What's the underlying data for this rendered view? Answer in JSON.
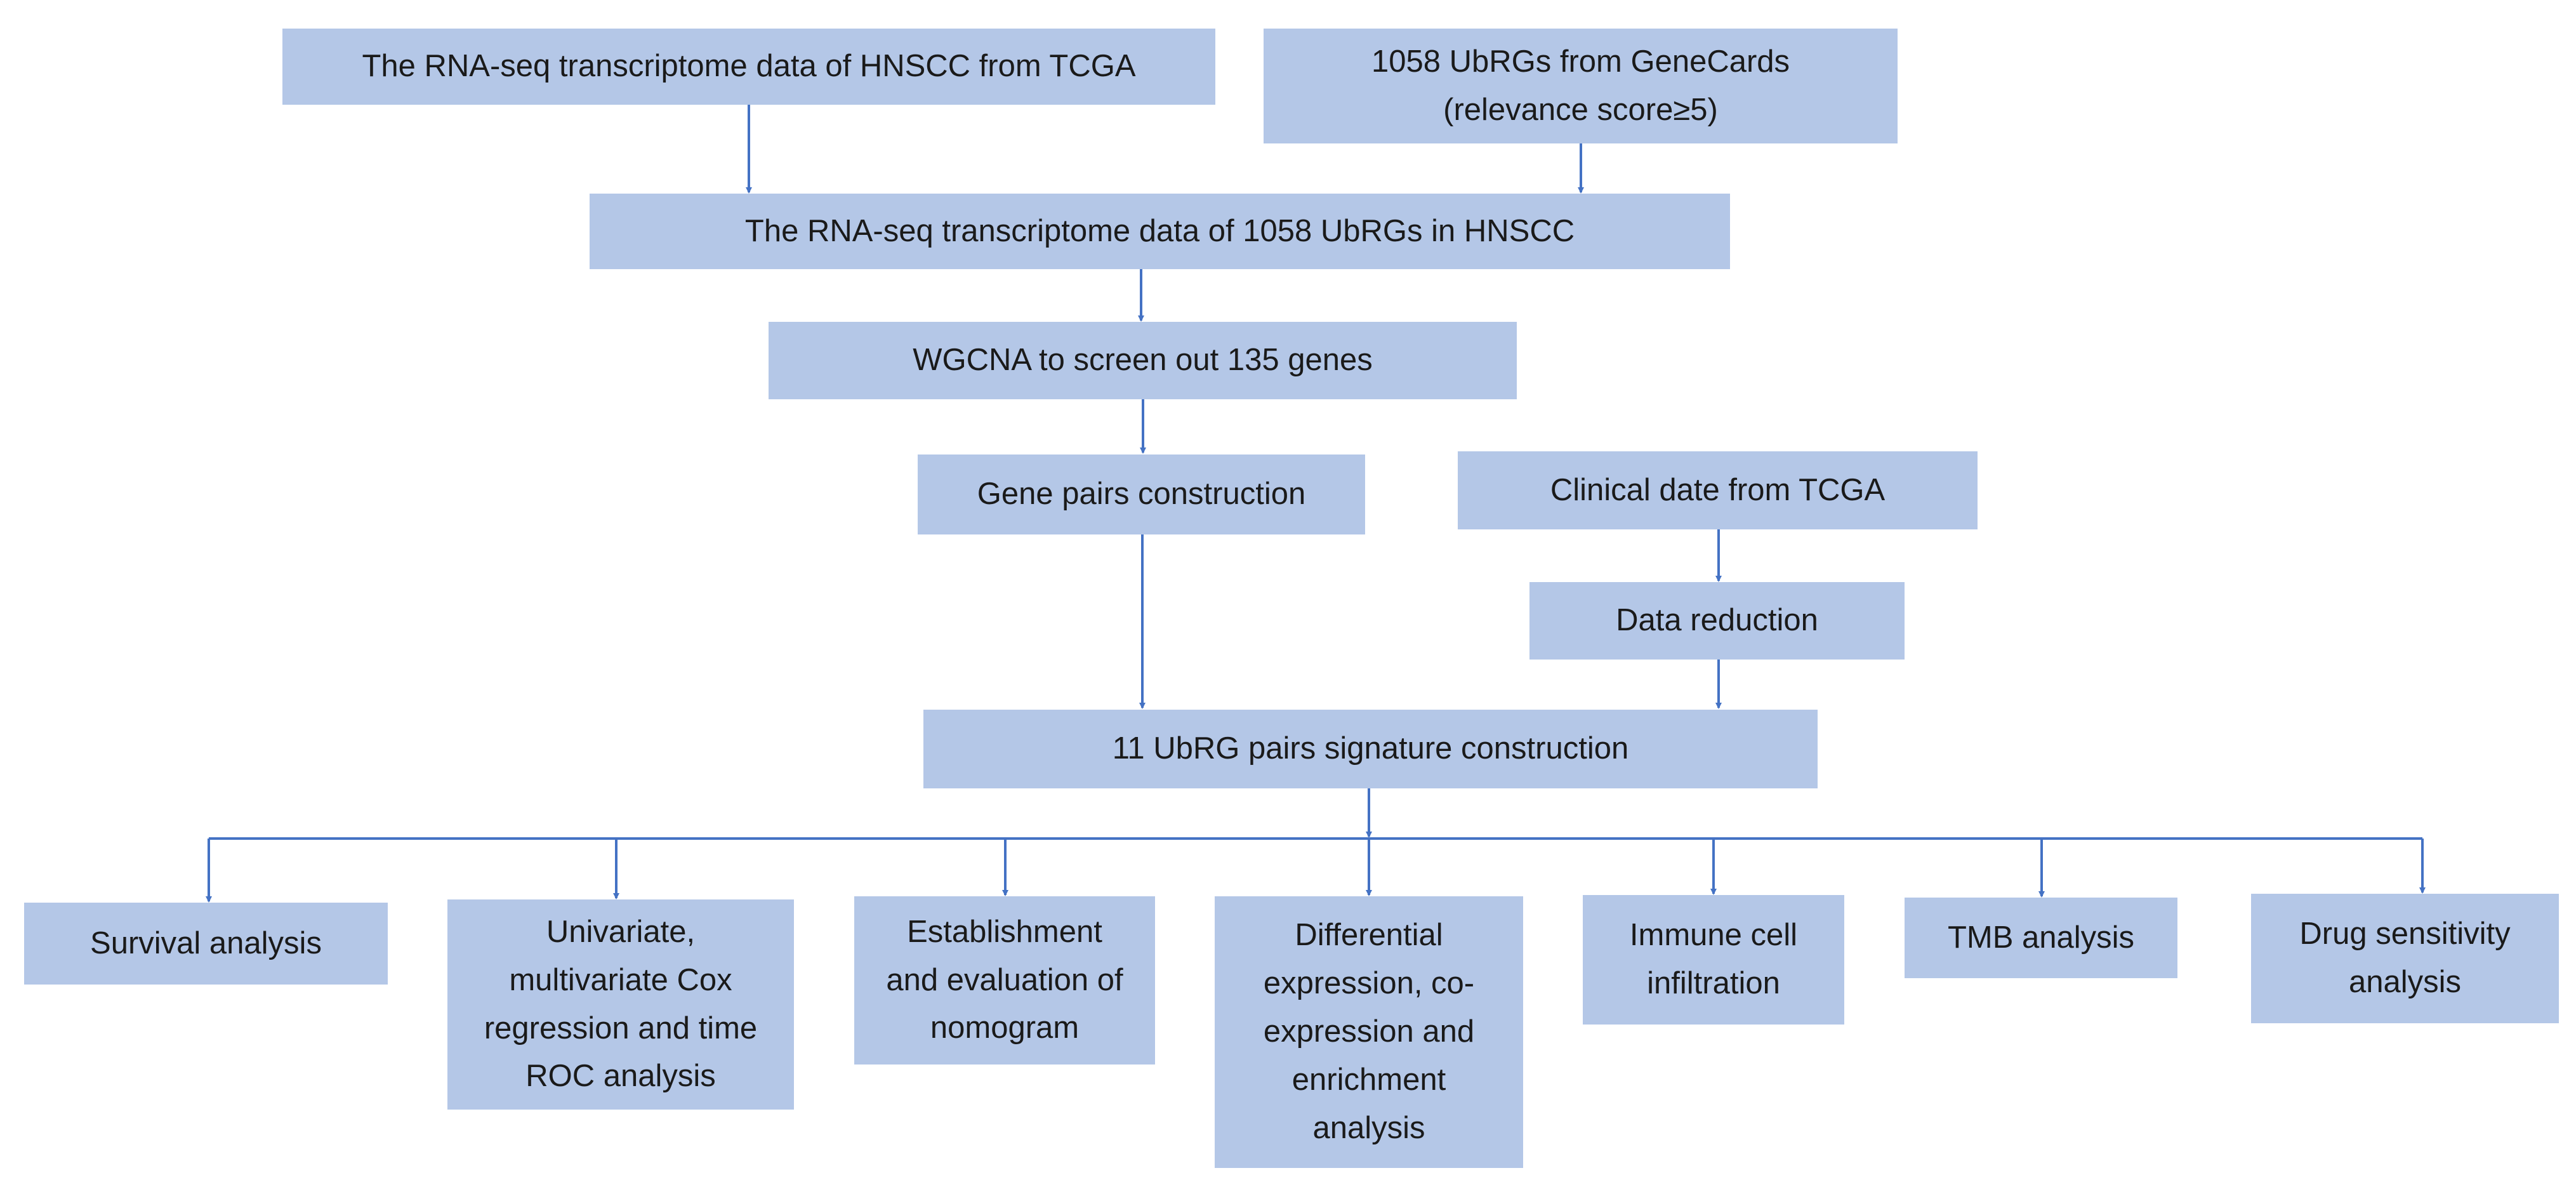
{
  "style": {
    "box_fill": "#b4c7e7",
    "arrow_color": "#4472c4"
  },
  "nodes": {
    "tcga_rnaseq": "The RNA-seq transcriptome data of HNSCC from TCGA",
    "genecards": "1058 UbRGs from GeneCards\n(relevance score≥5)",
    "ubrg_rnaseq": "The RNA-seq transcriptome data of 1058 UbRGs in HNSCC",
    "wgcna": "WGCNA to screen out 135 genes",
    "gene_pairs": "Gene pairs construction",
    "clinical": "Clinical date from TCGA",
    "data_reduction": "Data reduction",
    "signature": "11 UbRG pairs signature construction",
    "survival": "Survival analysis",
    "cox": "Univariate,\nmultivariate Cox\nregression and time\nROC analysis",
    "nomogram": "Establishment\nand evaluation of\nnomogram",
    "differential": "Differential\nexpression, co-\nexpression and\nenrichment\nanalysis",
    "immune": "Immune cell\ninfiltration",
    "tmb": "TMB analysis",
    "drug": "Drug sensitivity\nanalysis"
  }
}
